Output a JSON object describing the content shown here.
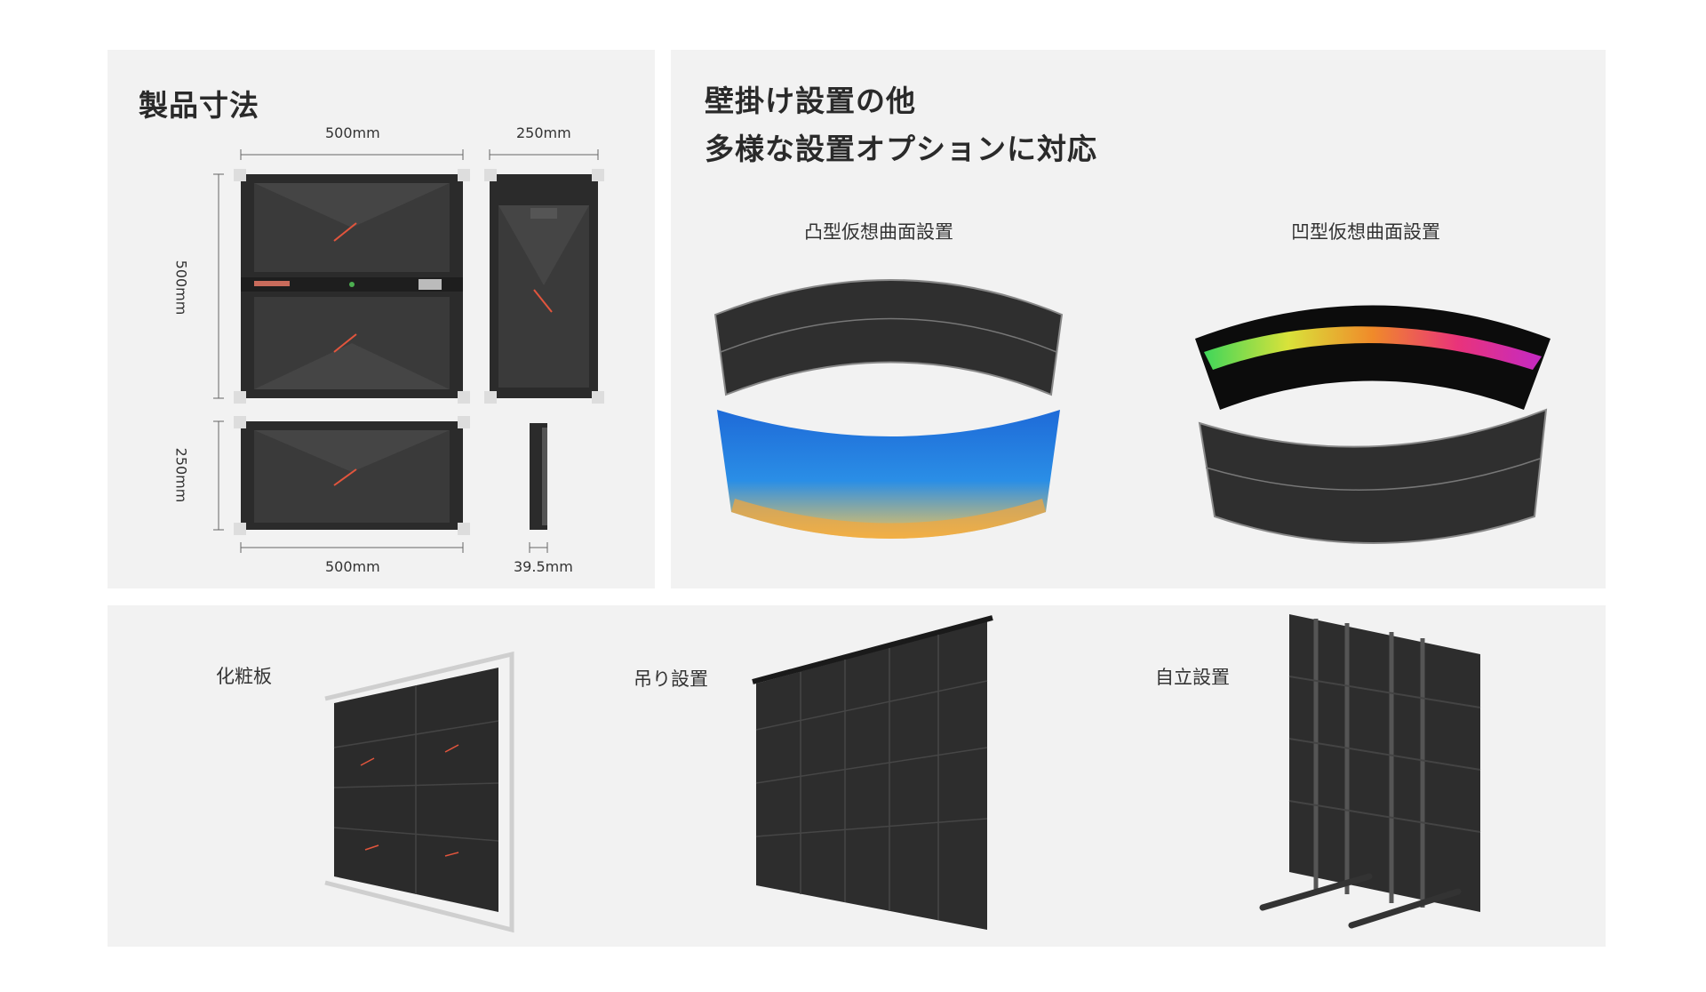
{
  "dimensions": {
    "title": "製品寸法",
    "width_top": "500mm",
    "depth_top": "250mm",
    "height_main": "500mm",
    "height_half": "250mm",
    "width_bottom": "500mm",
    "thickness": "39.5mm"
  },
  "options": {
    "title_line1": "壁掛け設置の他",
    "title_line2": "多様な設置オプションに対応",
    "convex_label": "凸型仮想曲面設置",
    "concave_label": "凹型仮想曲面設置"
  },
  "installs": {
    "cosmetic_label": "化粧板",
    "hanging_label": "吊り設置",
    "standing_label": "自立設置"
  },
  "colors": {
    "panel_bg": "#f2f2f2",
    "cabinet": "#2b2b2b",
    "accent_line": "#e2553d"
  }
}
